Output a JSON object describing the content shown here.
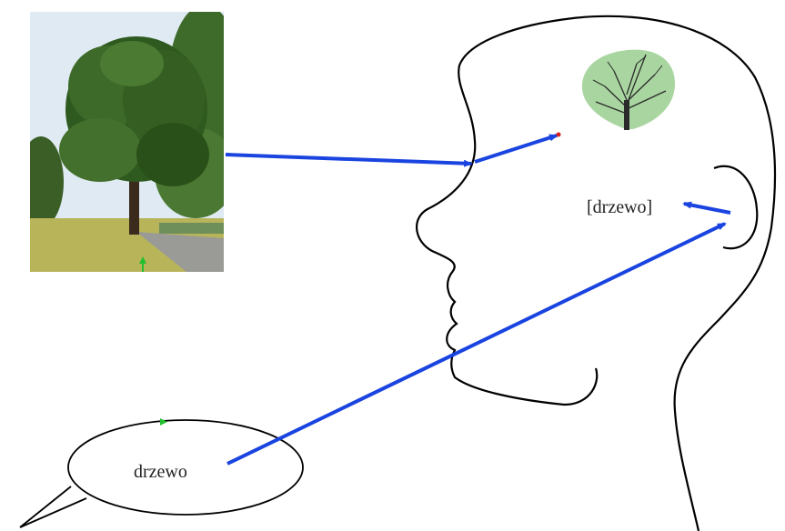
{
  "diagram": {
    "mental_concept_label": "[drzewo]",
    "spoken_word": "drzewo"
  },
  "colors": {
    "arrow": "#1a44e0",
    "outline": "#000000",
    "foliage_dark": "#2f5a1f",
    "foliage_light": "#5d8c3a",
    "sky": "#dfeaf2",
    "grass": "#b8b45a",
    "road": "#9a9a96",
    "mental_tree": "#a9d6a0",
    "green_mark": "#22c030",
    "red_mark": "#d42020"
  },
  "icons": {
    "photo": "tree-photo",
    "mental_image": "mental-tree-icon",
    "head": "head-silhouette",
    "bubble": "speech-bubble"
  }
}
